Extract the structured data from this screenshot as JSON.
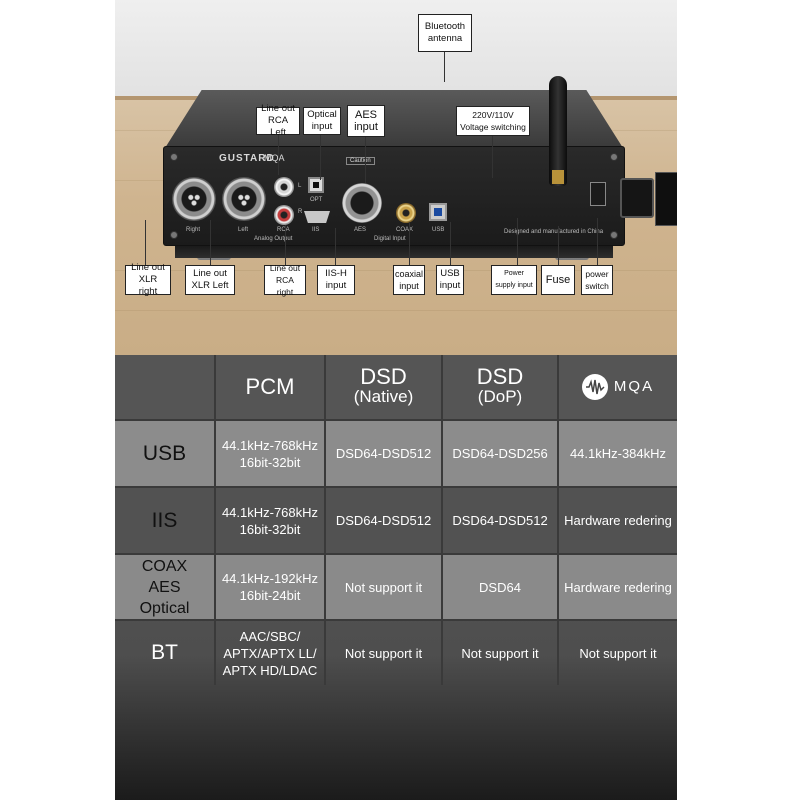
{
  "photo": {
    "brand": "GUSTARD",
    "mqa_small": "MQA",
    "panel_labels": {
      "right": "Right",
      "left": "Left",
      "analog_output": "Analog Output",
      "rca": "RCA",
      "iis": "IIS",
      "aes": "AES",
      "coax": "COAX",
      "usb": "USB",
      "digital_input": "Digital Input",
      "opt": "OPT",
      "l": "L",
      "r": "R",
      "caution": "Caution",
      "designed": "Designed and manufactured in China"
    },
    "callouts": {
      "bluetooth_antenna": "Bluetooth antenna",
      "line_out_rca_left": "Line out RCA Left",
      "optical_input": "Optical input",
      "aes_input": "AES input",
      "voltage": "220V/110V Voltage switching",
      "line_out_xlr_right": "Line out XLR right",
      "line_out_xlr_left": "Line out XLR Left",
      "line_out_rca_right": "Line out RCA right",
      "iis_h_input": "IIS-H input",
      "coaxial_input": "coaxial input",
      "usb_input": "USB input",
      "power_supply_input": "Power supply input",
      "fuse": "Fuse",
      "power_switch": "power switch"
    }
  },
  "table": {
    "headers": {
      "pcm": "PCM",
      "dsd_native_top": "DSD",
      "dsd_native_sub": "(Native)",
      "dsd_dop_top": "DSD",
      "dsd_dop_sub": "(DoP)",
      "mqa": "MQA"
    },
    "rows": [
      {
        "name": "USB",
        "pcm_1": "44.1kHz-768kHz",
        "pcm_2": "16bit-32bit",
        "native": "DSD64-DSD512",
        "dop": "DSD64-DSD256",
        "mqa": "44.1kHz-384kHz"
      },
      {
        "name": "IIS",
        "pcm_1": "44.1kHz-768kHz",
        "pcm_2": "16bit-32bit",
        "native": "DSD64-DSD512",
        "dop": "DSD64-DSD512",
        "mqa": "Hardware redering"
      },
      {
        "name_1": "COAX",
        "name_2": "AES",
        "name_3": "Optical",
        "pcm_1": "44.1kHz-192kHz",
        "pcm_2": "16bit-24bit",
        "native": "Not support it",
        "dop": "DSD64",
        "mqa": "Hardware redering"
      },
      {
        "name": "BT",
        "pcm_1": "AAC/SBC/",
        "pcm_2": "APTX/APTX LL/",
        "pcm_3": "APTX HD/LDAC",
        "native": "Not support it",
        "dop": "Not support it",
        "mqa": "Not support it"
      }
    ]
  },
  "colors": {
    "header_bg": "#555555",
    "row_light": "#8c8c8c",
    "row_dark": "#505050",
    "divider": "#3a3a3a"
  }
}
